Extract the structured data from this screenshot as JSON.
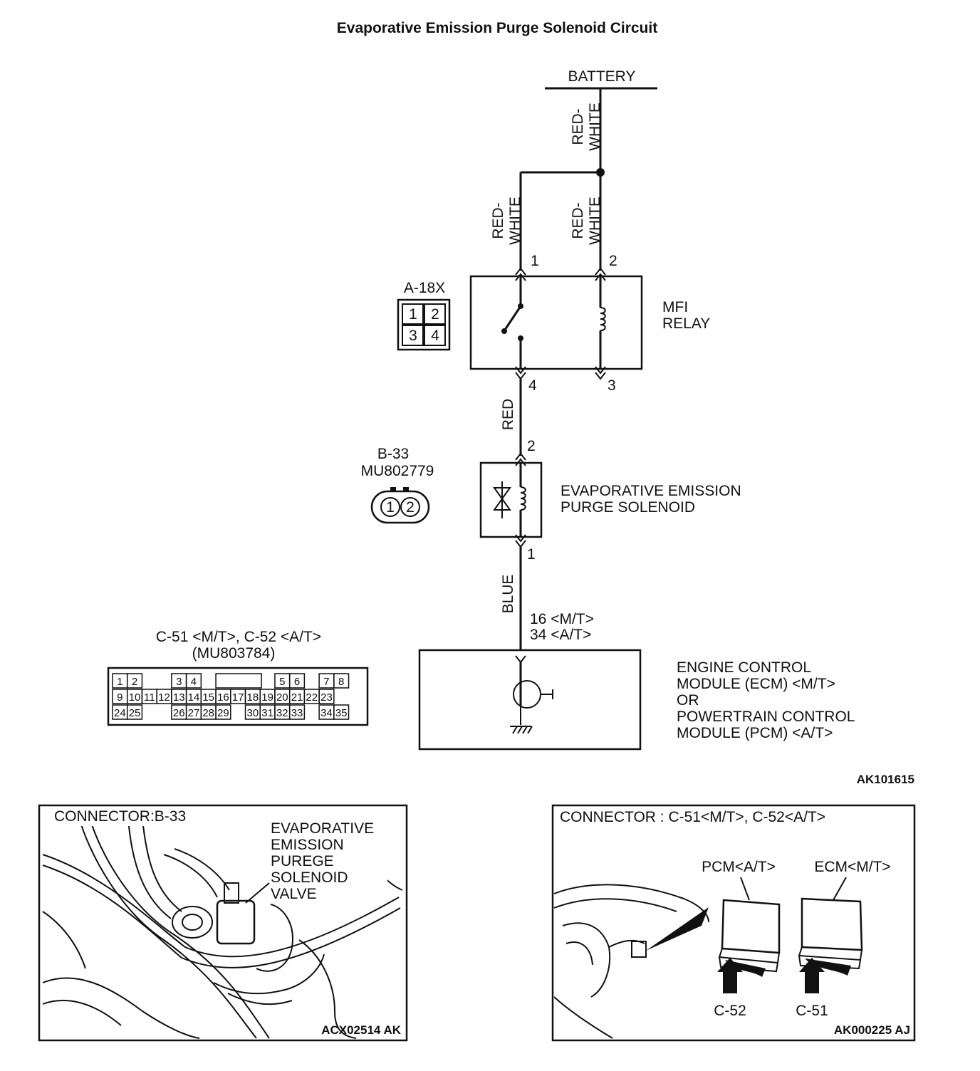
{
  "title": "Evaporative Emission Purge Solenoid Circuit",
  "battery": "BATTERY",
  "wire_labels": {
    "red_white_top": [
      "RED-",
      "WHITE"
    ],
    "red_white_left": [
      "RED-",
      "WHITE"
    ],
    "red_white_right": [
      "RED-",
      "WHITE"
    ],
    "red": "RED",
    "blue": "BLUE"
  },
  "relay": {
    "connector_id": "A-18X",
    "pins": [
      "1",
      "2",
      "3",
      "4"
    ],
    "name_line1": "MFI",
    "name_line2": "RELAY",
    "terminal_1": "1",
    "terminal_2": "2",
    "terminal_3": "3",
    "terminal_4": "4"
  },
  "solenoid": {
    "connector_id": "B-33",
    "part_number": "MU802779",
    "pins": [
      "1",
      "2"
    ],
    "name_line1": "EVAPORATIVE EMISSION",
    "name_line2": "PURGE SOLENOID",
    "terminal_top": "2",
    "terminal_bottom": "1"
  },
  "ecm": {
    "terminal_mt": "16 <M/T>",
    "terminal_at": "34 <A/T>",
    "connector_id": "C-51 <M/T>, C-52 <A/T>",
    "part_number": "(MU803784)",
    "name_lines": [
      "ENGINE CONTROL",
      "MODULE (ECM) <M/T>",
      "OR",
      "POWERTRAIN CONTROL",
      "MODULE (PCM) <A/T>"
    ],
    "pin_rows": [
      [
        "1",
        "2",
        "3",
        "4",
        "5",
        "6",
        "7",
        "8"
      ],
      [
        "9",
        "10",
        "11",
        "12",
        "13",
        "14",
        "15",
        "16",
        "17",
        "18",
        "19",
        "20",
        "21",
        "22",
        "23"
      ],
      [
        "24",
        "25",
        "26",
        "27",
        "28",
        "29",
        "30",
        "31",
        "32",
        "33",
        "34",
        "35"
      ]
    ]
  },
  "diagram_code": "AK101615",
  "photo_left": {
    "heading": "CONNECTOR:B-33",
    "callout": [
      "EVAPORATIVE",
      "EMISSION",
      "PUREGE",
      "SOLENOID",
      "VALVE"
    ],
    "code": "ACX02514 AK"
  },
  "photo_right": {
    "heading": "CONNECTOR : C-51<M/T>, C-52<A/T>",
    "pcm_label": "PCM<A/T>",
    "ecm_label": "ECM<M/T>",
    "c52": "C-52",
    "c51": "C-51",
    "code": "AK000225 AJ"
  }
}
